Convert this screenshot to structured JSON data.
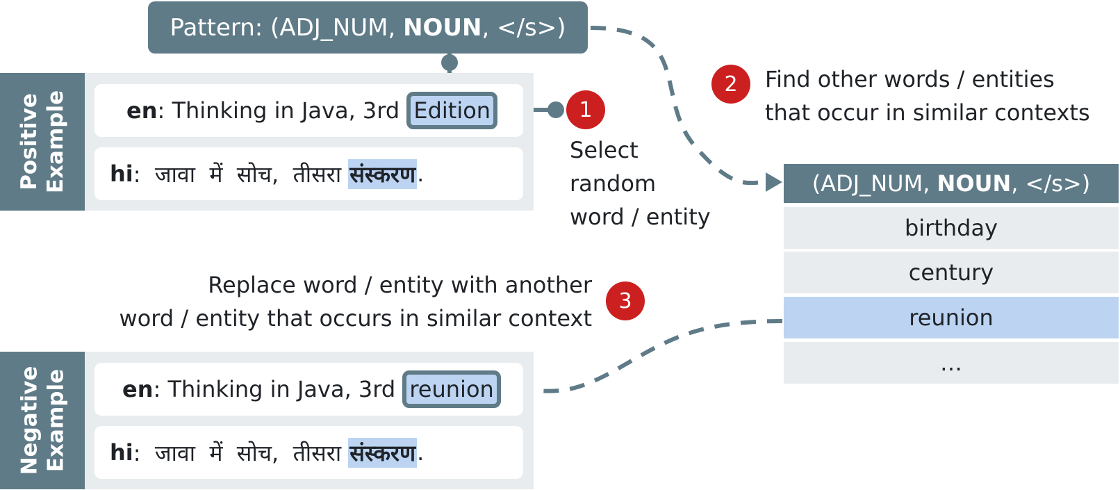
{
  "pattern": {
    "prefix": "Pattern: (ADJ_NUM, ",
    "noun": "NOUN",
    "suffix": ", </s>)"
  },
  "positive": {
    "label_line1": "Positive",
    "label_line2": "Example",
    "en": {
      "lang": "en",
      "text": ": Thinking in Java, 3rd ",
      "word": "Edition"
    },
    "hi": {
      "lang": "hi",
      "text": ":  जावा  में  सोच,  तीसरा ",
      "word": "संस्करण",
      "end": "."
    }
  },
  "negative": {
    "label_line1": "Negative",
    "label_line2": "Example",
    "en": {
      "lang": "en",
      "text": ": Thinking in Java, 3rd ",
      "word": "reunion"
    },
    "hi": {
      "lang": "hi",
      "text": ":  जावा  में  सोच,  तीसरा ",
      "word": "संस्करण",
      "end": "."
    }
  },
  "steps": [
    {
      "num": "1",
      "lines": [
        "Select",
        "random",
        "word / entity"
      ]
    },
    {
      "num": "2",
      "lines": [
        "Find other words / entities",
        "that occur in similar contexts"
      ]
    },
    {
      "num": "3",
      "lines": [
        "Replace word / entity with another",
        "word / entity that occurs in similar context"
      ]
    }
  ],
  "table": {
    "header_prefix": "(ADJ_NUM, ",
    "header_noun": "NOUN",
    "header_suffix": ", </s>)",
    "rows": [
      "birthday",
      "century",
      "reunion",
      "…"
    ],
    "selected_row": "reunion"
  },
  "colors": {
    "slate": "#5f7b87",
    "panel": "#e8ecee",
    "highlight": "#bcd4f2",
    "badge": "#cc2020"
  }
}
